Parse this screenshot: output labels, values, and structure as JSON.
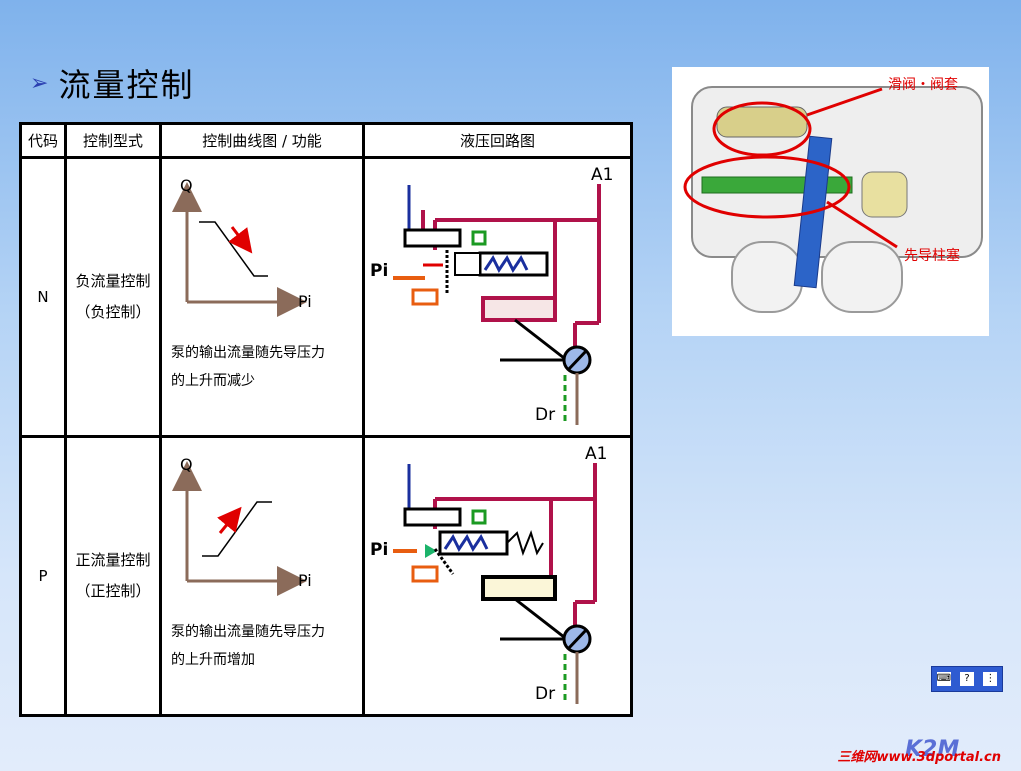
{
  "title": "流量控制",
  "table": {
    "headers": [
      "代码",
      "控制型式",
      "控制曲线图 / 功能",
      "液压回路图"
    ],
    "rows": [
      {
        "code": "N",
        "type_line1": "负流量控制",
        "type_line2": "（负控制）",
        "graph_q": "Q",
        "graph_pi": "Pi",
        "fn_line1": "泵的输出流量随先导压力",
        "fn_line2": "的上升而减少",
        "circuit_a1": "A1",
        "circuit_pi": "Pi",
        "circuit_dr": "Dr"
      },
      {
        "code": "P",
        "type_line1": "正流量控制",
        "type_line2": "（正控制）",
        "graph_q": "Q",
        "graph_pi": "Pi",
        "fn_line1": "泵的输出流量随先导压力",
        "fn_line2": "的上升而增加",
        "circuit_a1": "A1",
        "circuit_pi": "Pi",
        "circuit_dr": "Dr"
      }
    ]
  },
  "photo": {
    "label_top": "滑阀・阀套",
    "label_bottom": "先导柱塞"
  },
  "footer": {
    "watermark": "三维网www.3dportal.cn",
    "logo": "K2M"
  },
  "colors": {
    "accent": "#c8102e",
    "arrow": "#8b6b5a",
    "blue": "#1a2f9e"
  }
}
